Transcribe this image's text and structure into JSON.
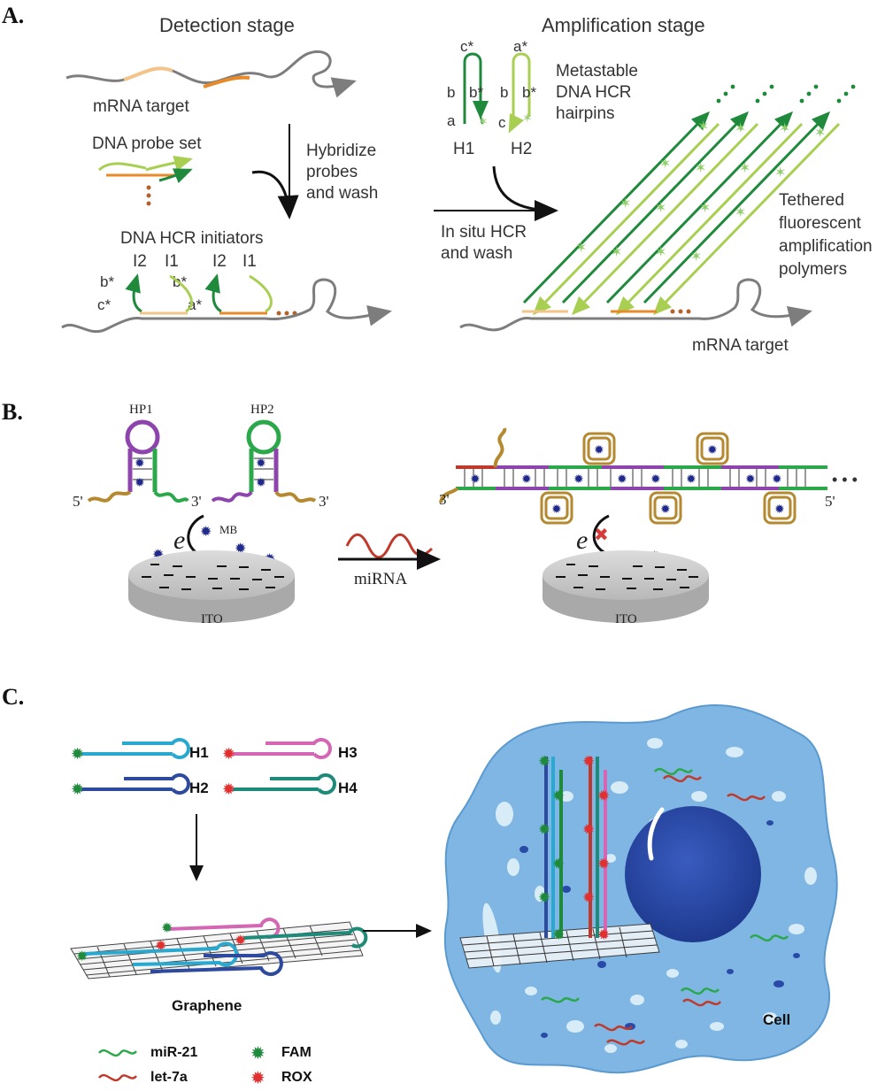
{
  "panel_a": {
    "label": "A.",
    "detection_title": "Detection stage",
    "amplification_title": "Amplification stage",
    "mrna_target": "mRNA target",
    "probe_set": "DNA probe set",
    "hybridize": [
      "Hybridize",
      "probes",
      "and wash"
    ],
    "initiators": "DNA HCR initiators",
    "i_labels": [
      "I2",
      "I1",
      "I2",
      "I1"
    ],
    "domain_labels": {
      "b_star": "b*",
      "c_star": "c*",
      "a_star": "a*",
      "a": "a",
      "b": "b",
      "c": "c"
    },
    "metastable": [
      "Metastable",
      "DNA HCR",
      "hairpins"
    ],
    "h1": "H1",
    "h2": "H2",
    "insitu": [
      "In situ HCR",
      "and wash"
    ],
    "tethered": [
      "Tethered",
      "fluorescent",
      "amplification",
      "polymers"
    ],
    "mrna_target_2": "mRNA target"
  },
  "panel_b": {
    "label": "B.",
    "hp1": "HP1",
    "hp2": "HP2",
    "five_prime": "5'",
    "three_prime": "3'",
    "electron": "e",
    "mb": "MB",
    "ito": "ITO",
    "mirna": "miRNA",
    "ellipsis": "• • •"
  },
  "panel_c": {
    "label": "C.",
    "h1": "H1",
    "h2": "H2",
    "h3": "H3",
    "h4": "H4",
    "graphene": "Graphene",
    "cell": "Cell",
    "legend": {
      "mir21": "miR-21",
      "let7a": "let-7a",
      "fam": "FAM",
      "rox": "ROX"
    }
  },
  "colors": {
    "dark_green": "#1f8a3c",
    "light_green": "#a8cf52",
    "orange": "#e88a2a",
    "light_orange": "#f3c489",
    "gray_strand": "#7d7d7d",
    "purple": "#8e44ad",
    "green": "#2aa84a",
    "brown": "#b5892f",
    "navy": "#1f2a8a",
    "red": "#c0392b",
    "cyan": "#29a9cf",
    "dark_blue": "#2e4a9e",
    "pink": "#d466b4",
    "teal": "#1e8a7a",
    "cell_blue": "#7fb6e3",
    "nucleus": "#2a4aa8"
  }
}
